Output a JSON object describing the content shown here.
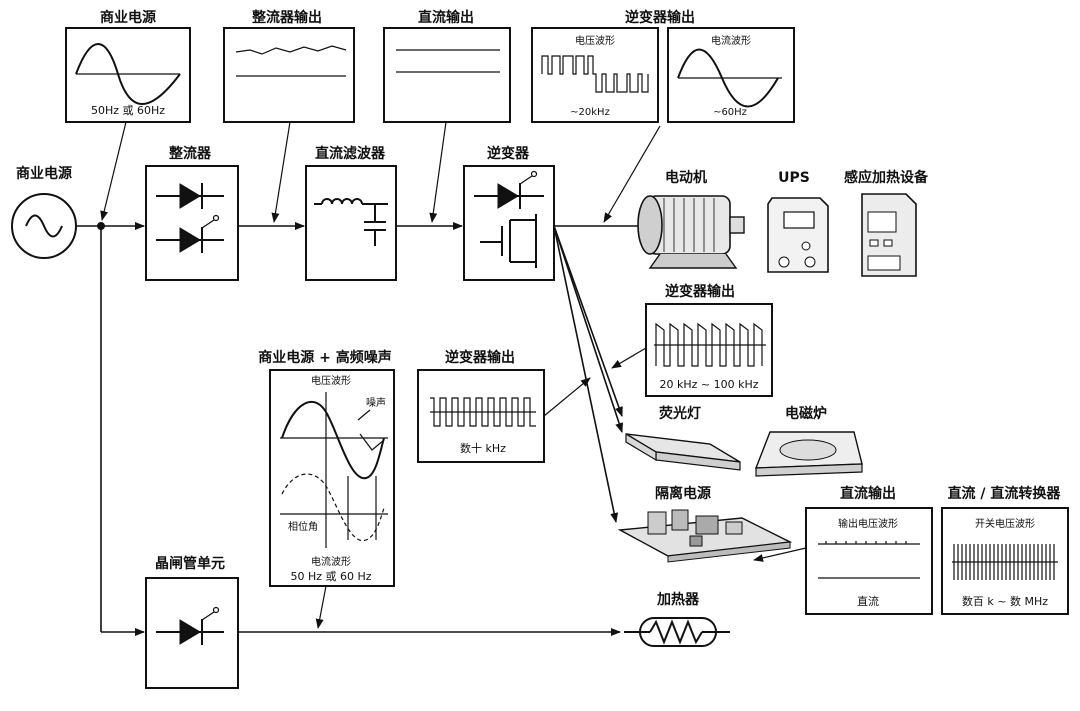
{
  "labels": {
    "grid_top": "商业电源",
    "grid_top_freq": "50Hz 或 60Hz",
    "rectifier_output": "整流器输出",
    "dc_output": "直流输出",
    "inverter_output_top": "逆变器输出",
    "voltage_waveform": "电压波形",
    "current_waveform": "电流波形",
    "freq_20khz": "~20kHz",
    "freq_60hz": "~60Hz",
    "grid_source": "商业电源",
    "rectifier": "整流器",
    "dc_filter": "直流滤波器",
    "inverter": "逆变器",
    "motor": "电动机",
    "ups": "UPS",
    "induction_heater": "感应加热设备",
    "inverter_output_mid": "逆变器输出",
    "freq_range_mid": "20 kHz ~ 100 kHz",
    "grid_plus_noise": "商业电源 + 高频噪声",
    "noise_voltage_waveform": "电压波形",
    "noise": "噪声",
    "phase_angle": "相位角",
    "noise_current_waveform": "电流波形",
    "noise_freq": "50 Hz 或 60 Hz",
    "inverter_output_left": "逆变器输出",
    "freq_tens_khz": "数十 kHz",
    "fluorescent_lamp": "荧光灯",
    "induction_cooker": "电磁炉",
    "isolated_psu": "隔离电源",
    "dc_output_right": "直流输出",
    "output_voltage_waveform": "输出电压波形",
    "dc": "直流",
    "dcdc_converter": "直流 / 直流转换器",
    "switch_voltage_waveform": "开关电压波形",
    "freq_hundreds_k": "数百 k ~ 数 MHz",
    "thyristor_unit": "晶闸管单元",
    "heater": "加热器"
  }
}
